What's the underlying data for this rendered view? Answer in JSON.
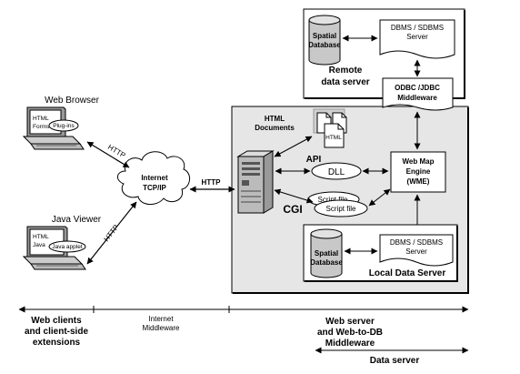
{
  "remote_server": {
    "database_line1": "Spatial",
    "database_line2": "Database",
    "dbms_line1": "DBMS / SDBMS",
    "dbms_line2": "Server",
    "title_line1": "Remote",
    "title_line2": "data server"
  },
  "odbc": {
    "line1": "ODBC /JDBC",
    "line2": "Middleware"
  },
  "clients": {
    "web_browser": "Web Browser",
    "web_browser_doc1": "HTML",
    "web_browser_doc2": "Forms",
    "plugins": "Plug-ins",
    "java_viewer": "Java Viewer",
    "java_doc1": "HTML",
    "java_doc2": "Java",
    "java_applet": "Java applet",
    "http_top": "HTTP",
    "http_bottom": "HTTP"
  },
  "internet": {
    "line1": "Internet",
    "line2": "TCP/IP",
    "http": "HTTP"
  },
  "web_server": {
    "html_docs_line1": "HTML",
    "html_docs_line2": "Documents",
    "html_icon": "HTML",
    "api": "API",
    "dll": "DLL",
    "cgi": "CGI",
    "script_back": "Script file",
    "script_front": "Script file"
  },
  "wme": {
    "line1": "Web Map",
    "line2": "Engine",
    "line3": "(WME)"
  },
  "local_server": {
    "database_line1": "Spatial",
    "database_line2": "Database",
    "dbms_line1": "DBMS / SDBMS",
    "dbms_line2": "Server",
    "title": "Local Data Server"
  },
  "legend": {
    "clients_line1": "Web clients",
    "clients_line2": "and client-side",
    "clients_line3": "extensions",
    "internet_line1": "Internet",
    "internet_line2": "Middleware",
    "webserver_line1": "Web server",
    "webserver_line2": "and Web-to-DB",
    "webserver_line3": "Middleware",
    "data_server": "Data server"
  },
  "colors": {
    "panel": "#e6e6e6",
    "db_fill": "#c8c8c8",
    "line": "#000000"
  }
}
